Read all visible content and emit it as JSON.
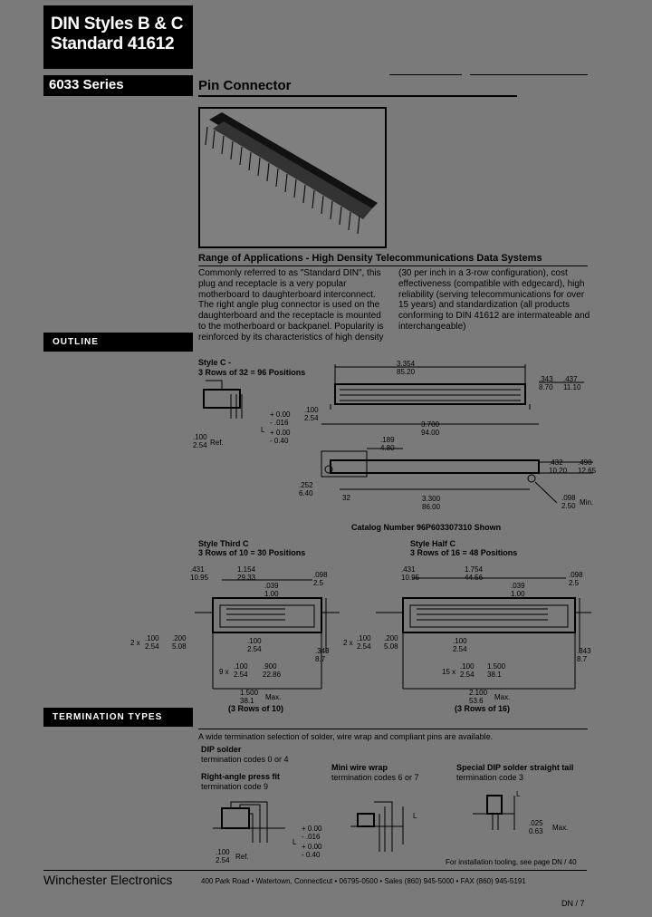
{
  "header": {
    "title_line1": "DIN Styles B & C",
    "title_line2": "Standard 41612",
    "series": "6033 Series",
    "product": "Pin Connector"
  },
  "applications": {
    "heading": "Range of Applications - High Density Telecommunications Data Systems",
    "col1": [
      "Commonly referred to as \"Standard DIN\", this",
      "plug and receptacle is a very popular",
      "motherboard to daughterboard interconnect.",
      "The right angle plug connector is used on the",
      "daughterboard and the receptacle is mounted",
      "to the motherboard or backpanel. Popularity is",
      "reinforced by its characteristics of high density"
    ],
    "col2": [
      "(30 per inch in a 3-row configuration), cost",
      "effectiveness (compatible with edgecard), high",
      "reliability (serving telecommunications for over",
      "15 years) and standardization (all products",
      "conforming to DIN 41612 are intermateable and",
      "interchangeable)"
    ]
  },
  "outline": {
    "label": "OUTLINE",
    "style_c": {
      "title": "Style C -",
      "positions": "3 Rows of 32 = 96 Positions",
      "dims": {
        "top_in": "3.354",
        "top_mm": "85.20",
        "r1_in": ".343",
        "r1_mm": "8.70",
        "r2_in": ".437",
        "r2_mm": "11.10",
        "left_in": ".100",
        "left_mm": "2.54",
        "tol_plus": "+ 0.00",
        "tol_minus": "- .016",
        "tol2_plus": "+ 0.00",
        "tol2_minus": "- 0.40",
        "l_label": "L",
        "ref_in": ".100",
        "ref_mm": "2.54",
        "ref_label": "Ref.",
        "overall_in": "3.700",
        "overall_mm": "94.00",
        "h_in": ".189",
        "h_mm": "4.80",
        "r3_in": ".432",
        "r3_mm": "10.20",
        "r4_in": ".498",
        "r4_mm": "12.65",
        "b_in": ".252",
        "b_mm": "6.40",
        "pitch_in": "3.300",
        "pitch_mm": "86.00",
        "hole_in": ".098",
        "hole_mm": "2.50",
        "hole_label": "Min.",
        "pin_num": "32"
      }
    },
    "catalog_caption": "Catalog Number 96P603307310 Shown",
    "third_c": {
      "title": "Style Third C",
      "positions": "3 Rows of 10 = 30 Positions",
      "dims": {
        "a_in": ".431",
        "a_mm": "10.95",
        "b_in": "1.154",
        "b_mm": "29.33",
        "c_in": ".098",
        "c_mm": "2.5",
        "d_in": ".039",
        "d_mm": "1.00",
        "e_prefix": "2 x",
        "e_in": ".100",
        "e_mm": "2.54",
        "f_in": ".200",
        "f_mm": "5.08",
        "g_in": ".100",
        "g_mm": "2.54",
        "h_in": ".343",
        "h_mm": "8.7",
        "i_prefix": "9 x",
        "i_in": ".100",
        "i_mm": "2.54",
        "j_in": ".900",
        "j_mm": "22.86",
        "max_in": "1.500",
        "max_mm": "38.1",
        "max_label": "Max.",
        "foot": "(3 Rows of 10)"
      }
    },
    "half_c": {
      "title": "Style Half C",
      "positions": "3 Rows of 16 = 48 Positions",
      "dims": {
        "a_in": ".431",
        "a_mm": "10.95",
        "b_in": "1.754",
        "b_mm": "44.56",
        "c_in": ".098",
        "c_mm": "2.5",
        "d_in": ".039",
        "d_mm": "1.00",
        "e_prefix": "2 x",
        "e_in": ".100",
        "e_mm": "2.54",
        "f_in": ".200",
        "f_mm": "5.08",
        "g_in": ".100",
        "g_mm": "2.54",
        "h_in": ".343",
        "h_mm": "8.7",
        "i_prefix": "15 x",
        "i_in": ".100",
        "i_mm": "2.54",
        "j_in": "1.500",
        "j_mm": "38.1",
        "max_in": "2.100",
        "max_mm": "53.6",
        "max_label": "Max.",
        "foot": "(3 Rows of 16)"
      }
    }
  },
  "termination": {
    "label": "TERMINATION TYPES",
    "intro": "A wide termination selection of solder, wire wrap and compliant pins are available.",
    "dip": {
      "title": "DIP solder",
      "codes": "termination codes 0 or 4"
    },
    "right_angle": {
      "title": "Right-angle press fit",
      "codes": "termination code 9"
    },
    "mini_wrap": {
      "title": "Mini wire wrap",
      "codes": "termination codes 6 or 7"
    },
    "special_dip": {
      "title": "Special DIP solder straight tail",
      "codes": "termination code 3"
    },
    "ra_dims": {
      "t1_plus": "+ 0.00",
      "t1_minus": "- .016",
      "t2_plus": "+ 0.00",
      "t2_minus": "- 0.40",
      "l_label": "L",
      "ref_in": ".100",
      "ref_mm": "2.54",
      "ref_label": "Ref."
    },
    "sp_dims": {
      "a_in": ".025",
      "a_mm": "0.63",
      "a_label": "Max.",
      "l_label": "L"
    },
    "tooling_note": "For installation tooling, see page DN / 40"
  },
  "footer": {
    "brand": "Winchester Electronics",
    "address": "400 Park Road  •  Watertown, Connecticut  •  06795-0500  •  Sales (860) 945-5000  •  FAX (860) 945-5191",
    "page": "DN / 7"
  }
}
